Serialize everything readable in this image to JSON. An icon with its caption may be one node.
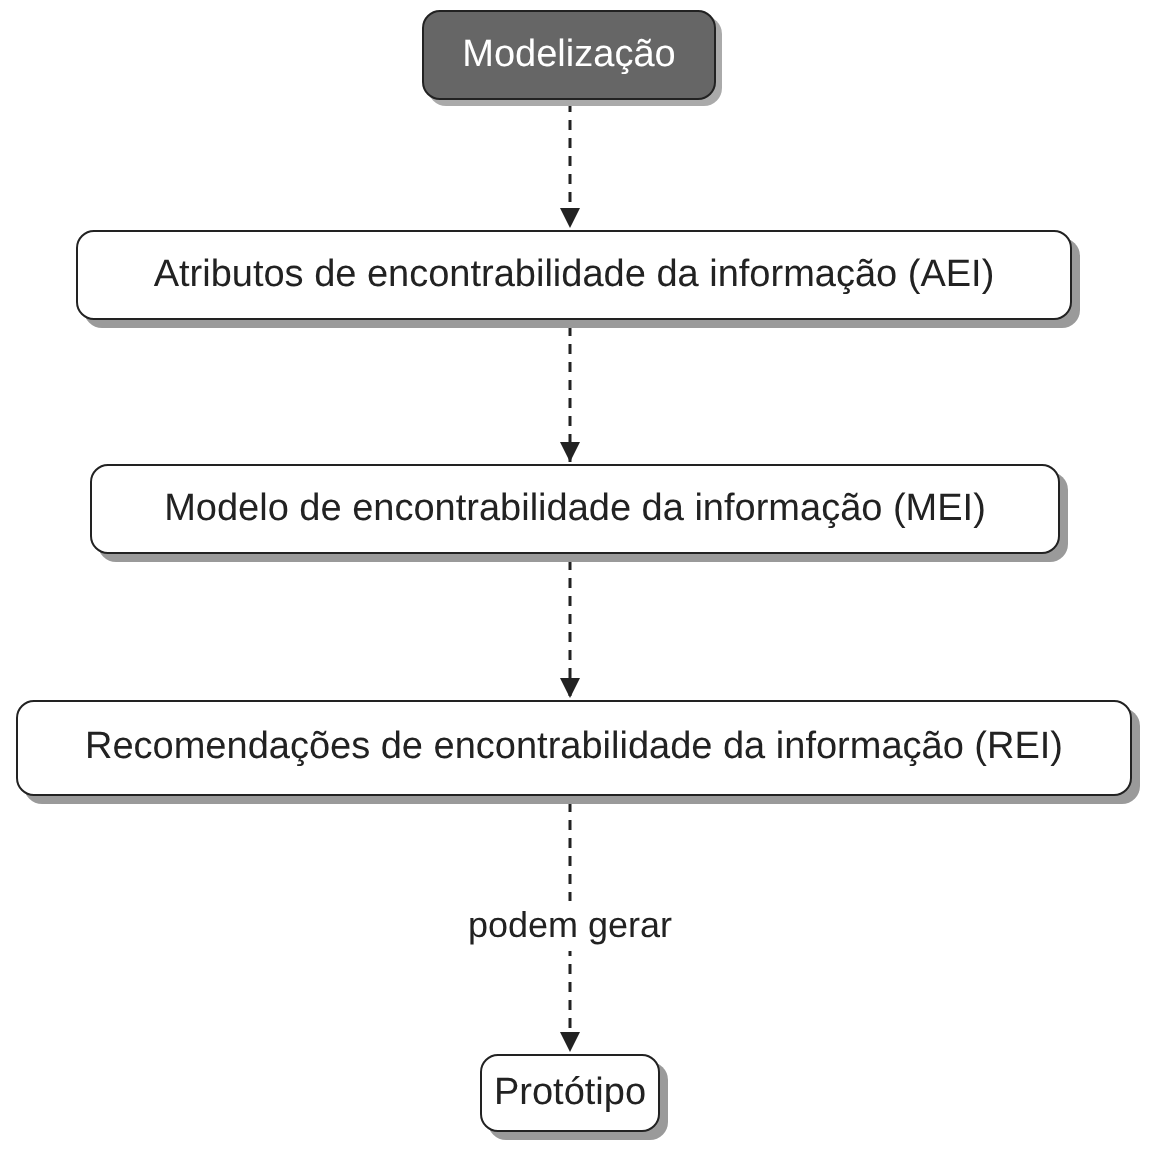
{
  "diagram": {
    "nodes": [
      {
        "text": [
          "Modelização"
        ]
      },
      {
        "text": [
          "Atributos de encontrabilidade da informação (AEI)"
        ]
      },
      {
        "text": [
          "Modelo de encontrabilidade da informação (MEI)"
        ]
      },
      {
        "text": [
          "Recomendações de encontrabilidade da informação (REI)"
        ]
      },
      {
        "text": [
          "Protótipo"
        ]
      }
    ],
    "edges": [
      {
        "from": 0,
        "to": 1,
        "arrow": "to",
        "style": "dashed"
      },
      {
        "from": 1,
        "to": 2,
        "arrow": "to",
        "style": "dashed"
      },
      {
        "from": 2,
        "to": 3,
        "arrow": "to",
        "style": "dashed"
      },
      {
        "from": 3,
        "to": 4,
        "arrow": "to",
        "style": "dashed",
        "label": "podem gerar"
      }
    ]
  }
}
